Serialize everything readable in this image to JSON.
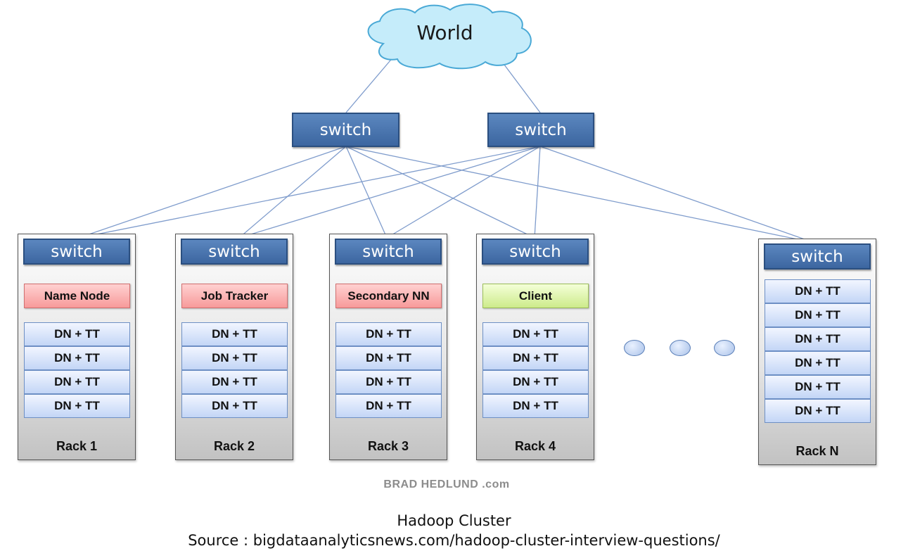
{
  "world": "World",
  "core_switches": [
    "switch",
    "switch"
  ],
  "racks": [
    {
      "switch": "switch",
      "role": "Name Node",
      "nodes": [
        "DN + TT",
        "DN + TT",
        "DN + TT",
        "DN + TT"
      ],
      "label": "Rack 1"
    },
    {
      "switch": "switch",
      "role": "Job Tracker",
      "nodes": [
        "DN + TT",
        "DN + TT",
        "DN + TT",
        "DN + TT"
      ],
      "label": "Rack 2"
    },
    {
      "switch": "switch",
      "role": "Secondary NN",
      "nodes": [
        "DN + TT",
        "DN + TT",
        "DN + TT",
        "DN + TT"
      ],
      "label": "Rack 3"
    },
    {
      "switch": "switch",
      "role": "Client",
      "nodes": [
        "DN + TT",
        "DN + TT",
        "DN + TT",
        "DN + TT"
      ],
      "label": "Rack 4"
    },
    {
      "switch": "switch",
      "role": "",
      "nodes": [
        "DN + TT",
        "DN + TT",
        "DN + TT",
        "DN + TT",
        "DN + TT",
        "DN + TT"
      ],
      "label": "Rack N"
    }
  ],
  "watermark": "BRAD HEDLUND .com",
  "caption": {
    "title": "Hadoop Cluster",
    "source": "Source : bigdataanalyticsnews.com/hadoop-cluster-interview-questions/"
  },
  "colors": {
    "switch": "#4a74ad",
    "name_node": "#f7a4a4",
    "client": "#d6f09a",
    "data_node": "#c9dbf7",
    "link": "#7f9ccc"
  }
}
